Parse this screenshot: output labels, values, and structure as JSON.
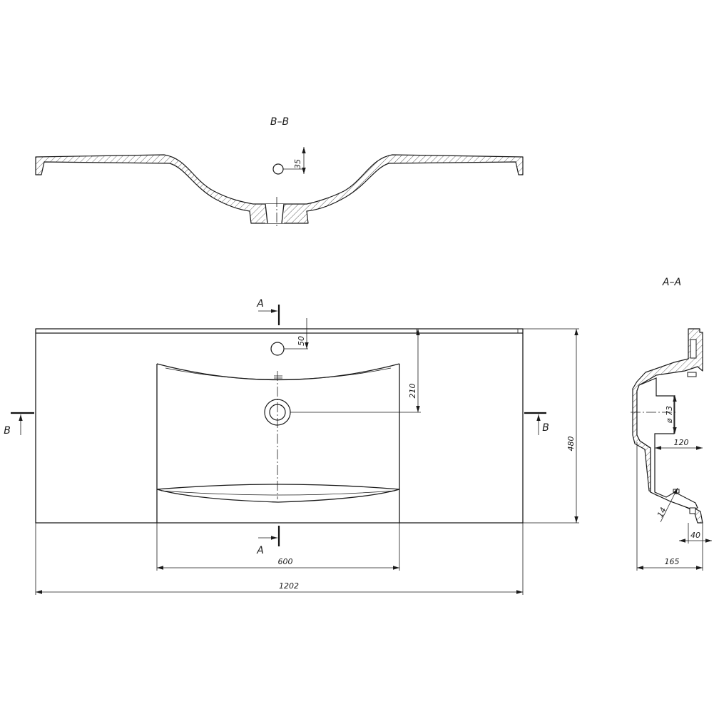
{
  "sections": {
    "bb_title": "B–B",
    "aa_title": "A–A",
    "cut_a": "A",
    "cut_b": "B"
  },
  "dimensions": {
    "tap_hole_offset_bb": "35",
    "tap_hole_offset_top": "50",
    "drain_from_back": "210",
    "depth": "480",
    "bowl_width": "600",
    "total_width": "1202",
    "drain_diameter": "ø 73",
    "drain_depth": "120",
    "wall_thickness": "14",
    "rim_offset": "40",
    "side_height": "165"
  }
}
